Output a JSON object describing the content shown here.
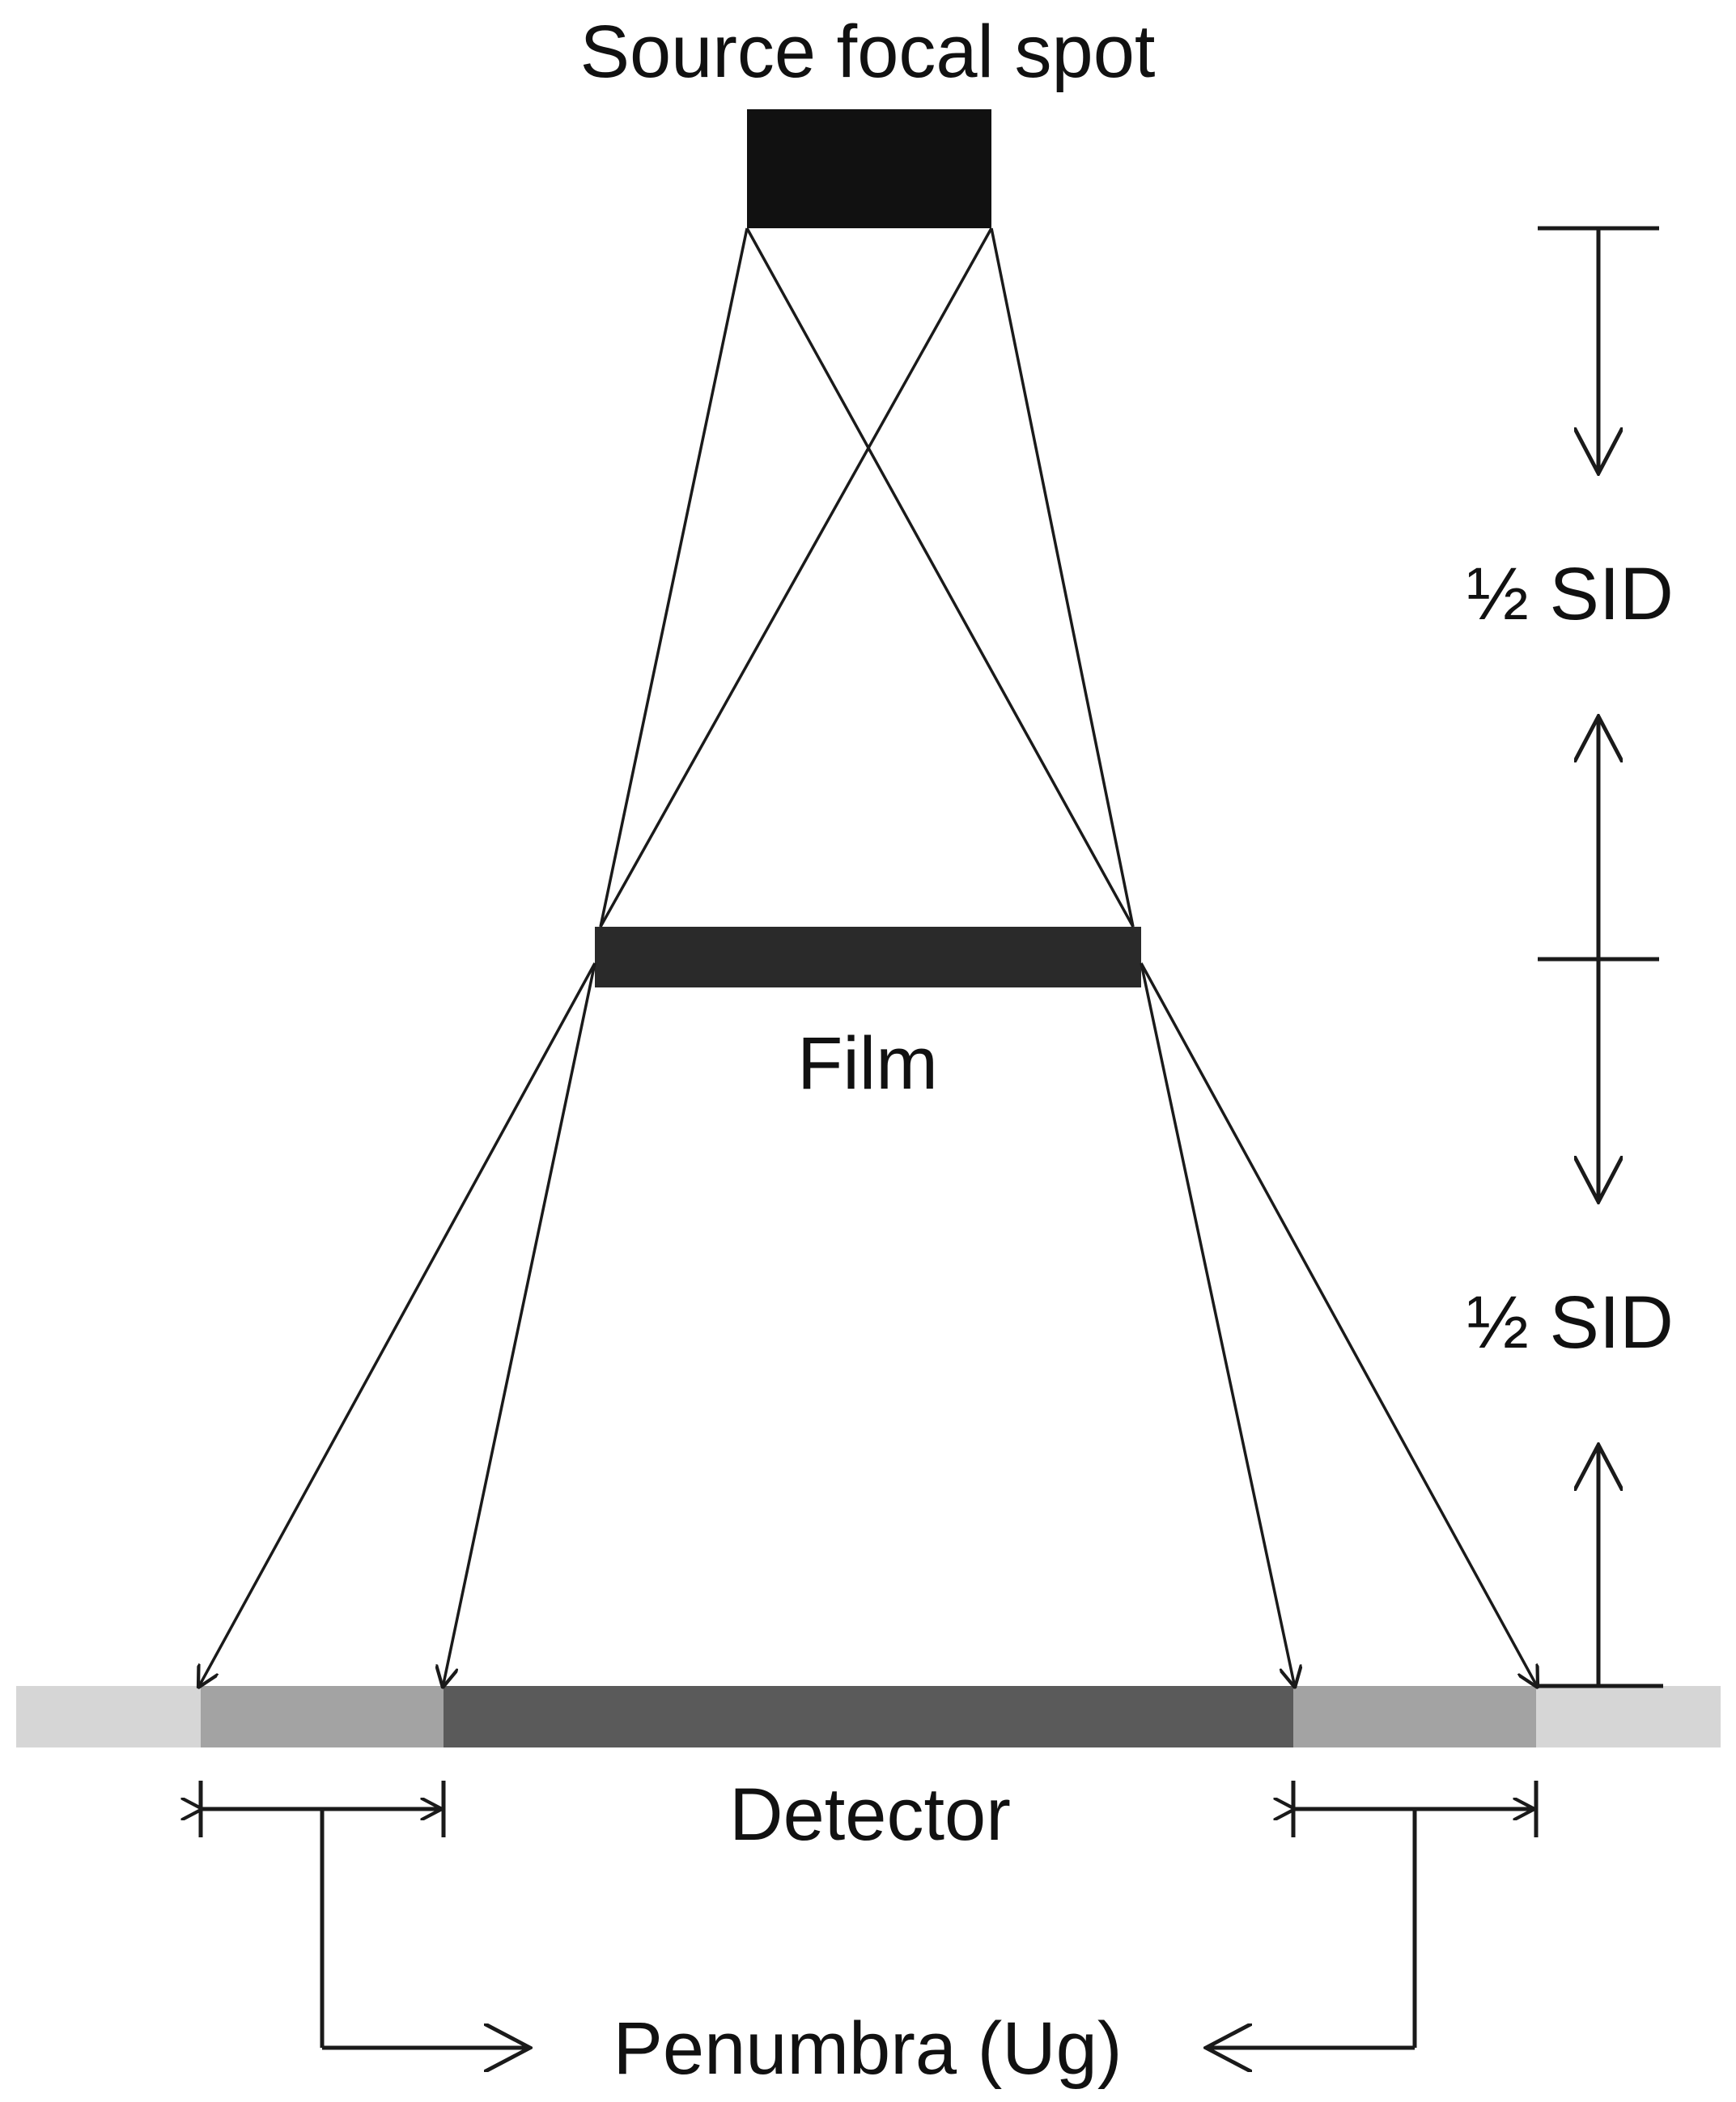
{
  "labels": {
    "source": "Source focal spot",
    "film": "Film",
    "detector": "Detector",
    "penumbra": "Penumbra (Ug)",
    "sid_top": "½ SID",
    "sid_bottom": "½ SID"
  },
  "colors": {
    "source": "#111111",
    "film": "#2a2a2a",
    "detector_umbra": "#5a5a5a",
    "detector_penumbra": "#a3a3a3",
    "detector_outer": "#d6d6d6",
    "lines": "#1a1a1a"
  }
}
